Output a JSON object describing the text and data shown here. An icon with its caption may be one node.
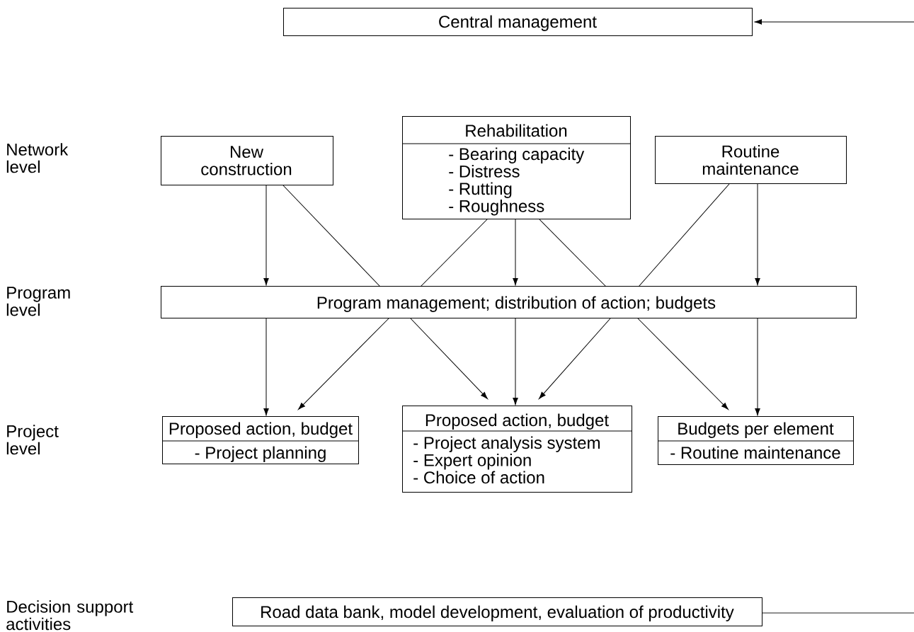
{
  "diagram": {
    "nodes": [
      {
        "text": [
          "Central management"
        ]
      },
      {
        "text": [
          "New construction"
        ]
      },
      {
        "text": [
          "Rehabilitation",
          "- Bearing capacity",
          "- Distress",
          "- Rutting",
          "- Roughness"
        ]
      },
      {
        "text": [
          "Routine maintenance"
        ]
      },
      {
        "text": [
          "Program management; distribution of action; budgets"
        ]
      },
      {
        "text": [
          "Proposed action, budget",
          "- Project planning"
        ]
      },
      {
        "text": [
          "Proposed action, budget",
          "- Project analysis system",
          "- Expert opinion",
          "- Choice of action"
        ]
      },
      {
        "text": [
          "Budgets per element",
          "- Routine maintenance"
        ]
      },
      {
        "text": [
          "Road data bank, model development, evaluation of productivity"
        ]
      }
    ],
    "edges": [
      {
        "from": null,
        "to": 0,
        "arrow": "to"
      },
      {
        "from": 1,
        "to": 4,
        "arrow": "to"
      },
      {
        "from": 1,
        "to": 4,
        "arrow": "none"
      },
      {
        "from": 2,
        "to": 4,
        "arrow": "none"
      },
      {
        "from": 2,
        "to": 4,
        "arrow": "to"
      },
      {
        "from": 2,
        "to": 4,
        "arrow": "none"
      },
      {
        "from": 3,
        "to": 4,
        "arrow": "none"
      },
      {
        "from": 3,
        "to": 4,
        "arrow": "to"
      },
      {
        "from": 4,
        "to": 5,
        "arrow": "to"
      },
      {
        "from": 4,
        "to": 5,
        "arrow": "to"
      },
      {
        "from": 4,
        "to": 6,
        "arrow": "to"
      },
      {
        "from": 4,
        "to": 6,
        "arrow": "to"
      },
      {
        "from": 4,
        "to": 6,
        "arrow": "to"
      },
      {
        "from": 4,
        "to": 7,
        "arrow": "to"
      },
      {
        "from": 4,
        "to": 7,
        "arrow": "to"
      },
      {
        "from": 8,
        "to": null,
        "arrow": "none"
      }
    ],
    "labels": [
      "Network level",
      "Program level",
      "Project level",
      "Decision support activities"
    ]
  }
}
